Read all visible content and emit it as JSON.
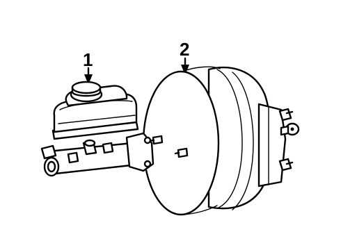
{
  "diagram": {
    "callouts": [
      {
        "id": "1",
        "label": "1",
        "part": "master-cylinder"
      },
      {
        "id": "2",
        "label": "2",
        "part": "brake-booster"
      }
    ],
    "colors": {
      "line": "#000000",
      "background": "#ffffff"
    }
  }
}
